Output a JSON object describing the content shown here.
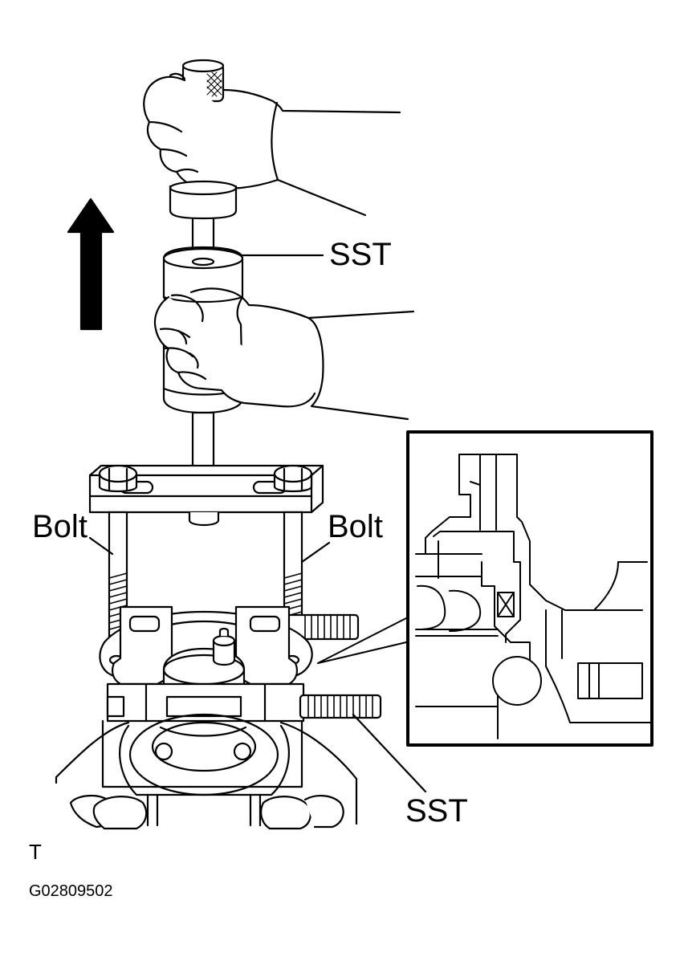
{
  "labels": {
    "sst_top": "SST",
    "sst_bottom": "SST",
    "bolt_left": "Bolt",
    "bolt_right": "Bolt",
    "corner_mark": "T",
    "figure_code": "G02809502"
  },
  "colors": {
    "line": "#000000",
    "background": "#ffffff"
  }
}
